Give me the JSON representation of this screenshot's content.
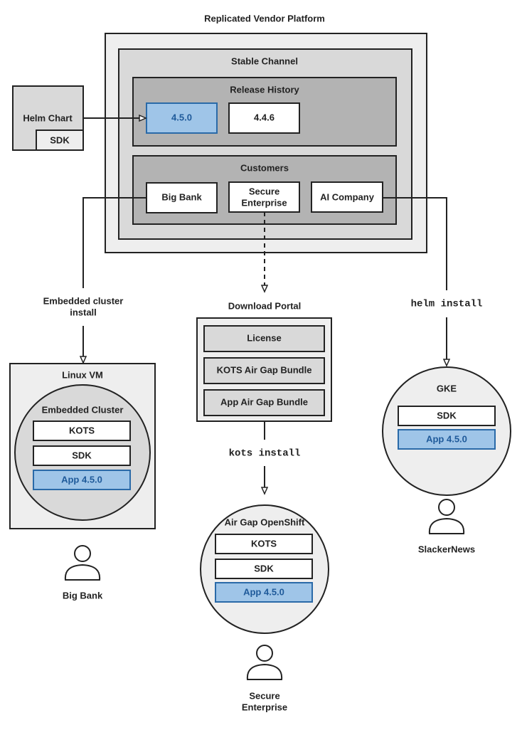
{
  "platform": {
    "title": "Replicated Vendor Platform",
    "channel": {
      "title": "Stable Channel",
      "release_history": {
        "title": "Release History",
        "releases": [
          "4.5.0",
          "4.4.6"
        ]
      },
      "customers": {
        "title": "Customers",
        "items": [
          "Big Bank",
          "Secure Enterprise",
          "AI Company"
        ]
      }
    }
  },
  "helm_chart": {
    "title": "Helm Chart",
    "sdk": "SDK"
  },
  "edges": {
    "embedded": [
      "Embedded cluster",
      "install"
    ],
    "kots": "kots install",
    "helm": "helm install"
  },
  "download_portal": {
    "title": "Download Portal",
    "items": [
      "License",
      "KOTS Air Gap Bundle",
      "App Air Gap Bundle"
    ]
  },
  "linux_vm": {
    "title": "Linux VM",
    "cluster": "Embedded Cluster",
    "items": [
      "KOTS",
      "SDK",
      "App 4.5.0"
    ]
  },
  "openshift": {
    "title": "Air Gap OpenShift",
    "items": [
      "KOTS",
      "SDK",
      "App 4.5.0"
    ]
  },
  "gke": {
    "title": "GKE",
    "items": [
      "SDK",
      "App 4.5.0"
    ]
  },
  "users": {
    "big_bank": "Big Bank",
    "secure": [
      "Secure",
      "Enterprise"
    ],
    "slacker": "SlackerNews"
  },
  "colors": {
    "highlight_fill": "#9fc5e8",
    "highlight_stroke": "#2a6aa8",
    "highlight_text": "#1f5a9a",
    "dark_gray": "#b3b3b3",
    "mid_gray": "#d9d9d9",
    "light_gray": "#eeeeee"
  }
}
